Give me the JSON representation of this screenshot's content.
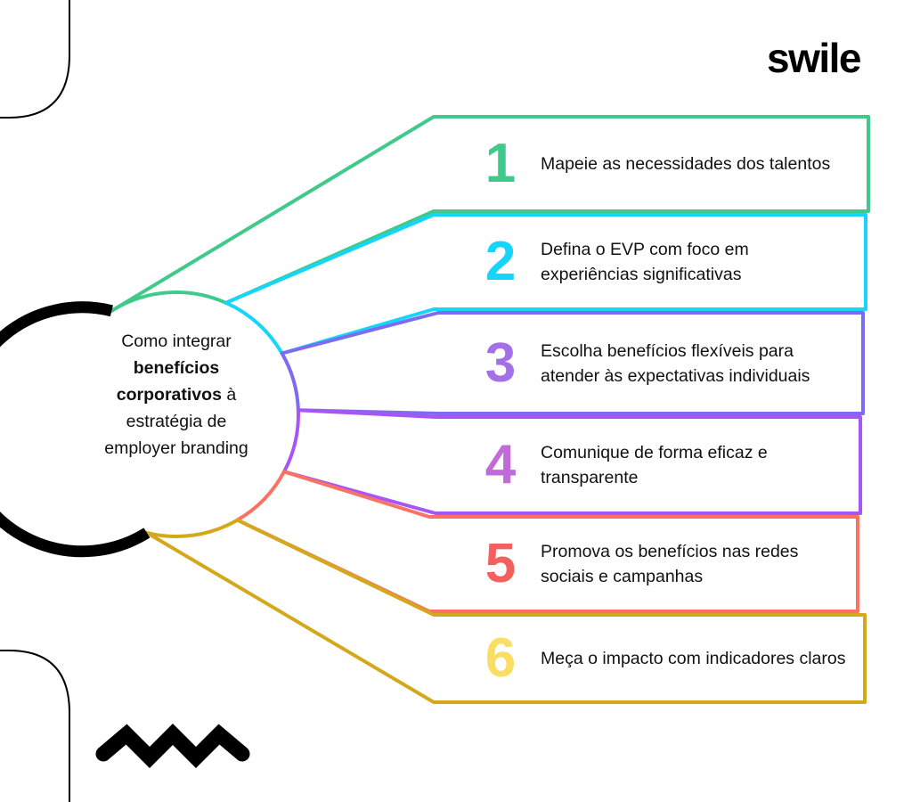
{
  "brand": {
    "logo_text": "swile",
    "logo_color": "#000000"
  },
  "hub": {
    "line1": "Como integrar",
    "bold1": "benefícios",
    "bold2": "corporativos",
    "after_bold": " à",
    "line3": "estratégia de",
    "line4": "employer branding",
    "stroke_color": "#000000"
  },
  "decor": {
    "top_left_corner": "rounded-corner-line",
    "bottom_left_corner": "rounded-corner-line",
    "squiggle": "zigzag-squiggle",
    "color": "#000000"
  },
  "steps": [
    {
      "number": "1",
      "text": "Mapeie as necessidades dos talentos",
      "line_color": "#3FC98A",
      "number_color": "#3FC98A"
    },
    {
      "number": "2",
      "text": "Defina o EVP com foco em experiências significativas",
      "line_color": "#16D5FA",
      "number_color": "#16D5FA"
    },
    {
      "number": "3",
      "text": "Escolha benefícios flexíveis para atender às expectativas individuais",
      "line_color": "#7B6CF0",
      "number_color": "#A370E8"
    },
    {
      "number": "4",
      "text": "Comunique de forma eficaz e transparente",
      "line_color": "#A855F7",
      "number_color": "#C06BD8"
    },
    {
      "number": "5",
      "text": "Promova os benefícios nas redes sociais e campanhas",
      "line_color": "#F87364",
      "number_color": "#F4605C"
    },
    {
      "number": "6",
      "text": "Meça o impacto com indicadores claros",
      "line_color": "#D4A81A",
      "number_color": "#FADD63"
    }
  ]
}
